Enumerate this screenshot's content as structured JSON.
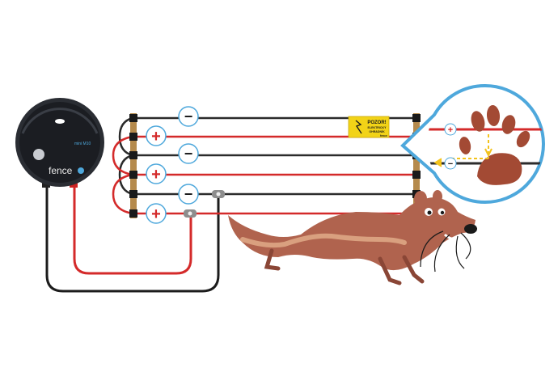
{
  "energizer": {
    "brand": "fence",
    "model": "mini M10"
  },
  "warning_sign": {
    "title": "POZOR!",
    "line1": "ELEKTRICKÝ",
    "line2": "OHRADNÍK",
    "brand": "fence"
  },
  "wires": [
    {
      "polarity": "-",
      "symbol": "−"
    },
    {
      "polarity": "+",
      "symbol": "+"
    },
    {
      "polarity": "-",
      "symbol": "−"
    },
    {
      "polarity": "+",
      "symbol": "+"
    },
    {
      "polarity": "-",
      "symbol": "−"
    },
    {
      "polarity": "+",
      "symbol": "+"
    }
  ],
  "detail_bubble": {
    "symbols": [
      "+",
      "−"
    ]
  },
  "colors": {
    "positive_wire": "#d42a2a",
    "negative_wire": "#2b2b2b",
    "bubble_border": "#4ea8dc",
    "post": "#b58a4c",
    "animal_body": "#b0634e",
    "paw": "#a34a34",
    "sign": "#f2d317",
    "current_arrow": "#f3c31c"
  }
}
